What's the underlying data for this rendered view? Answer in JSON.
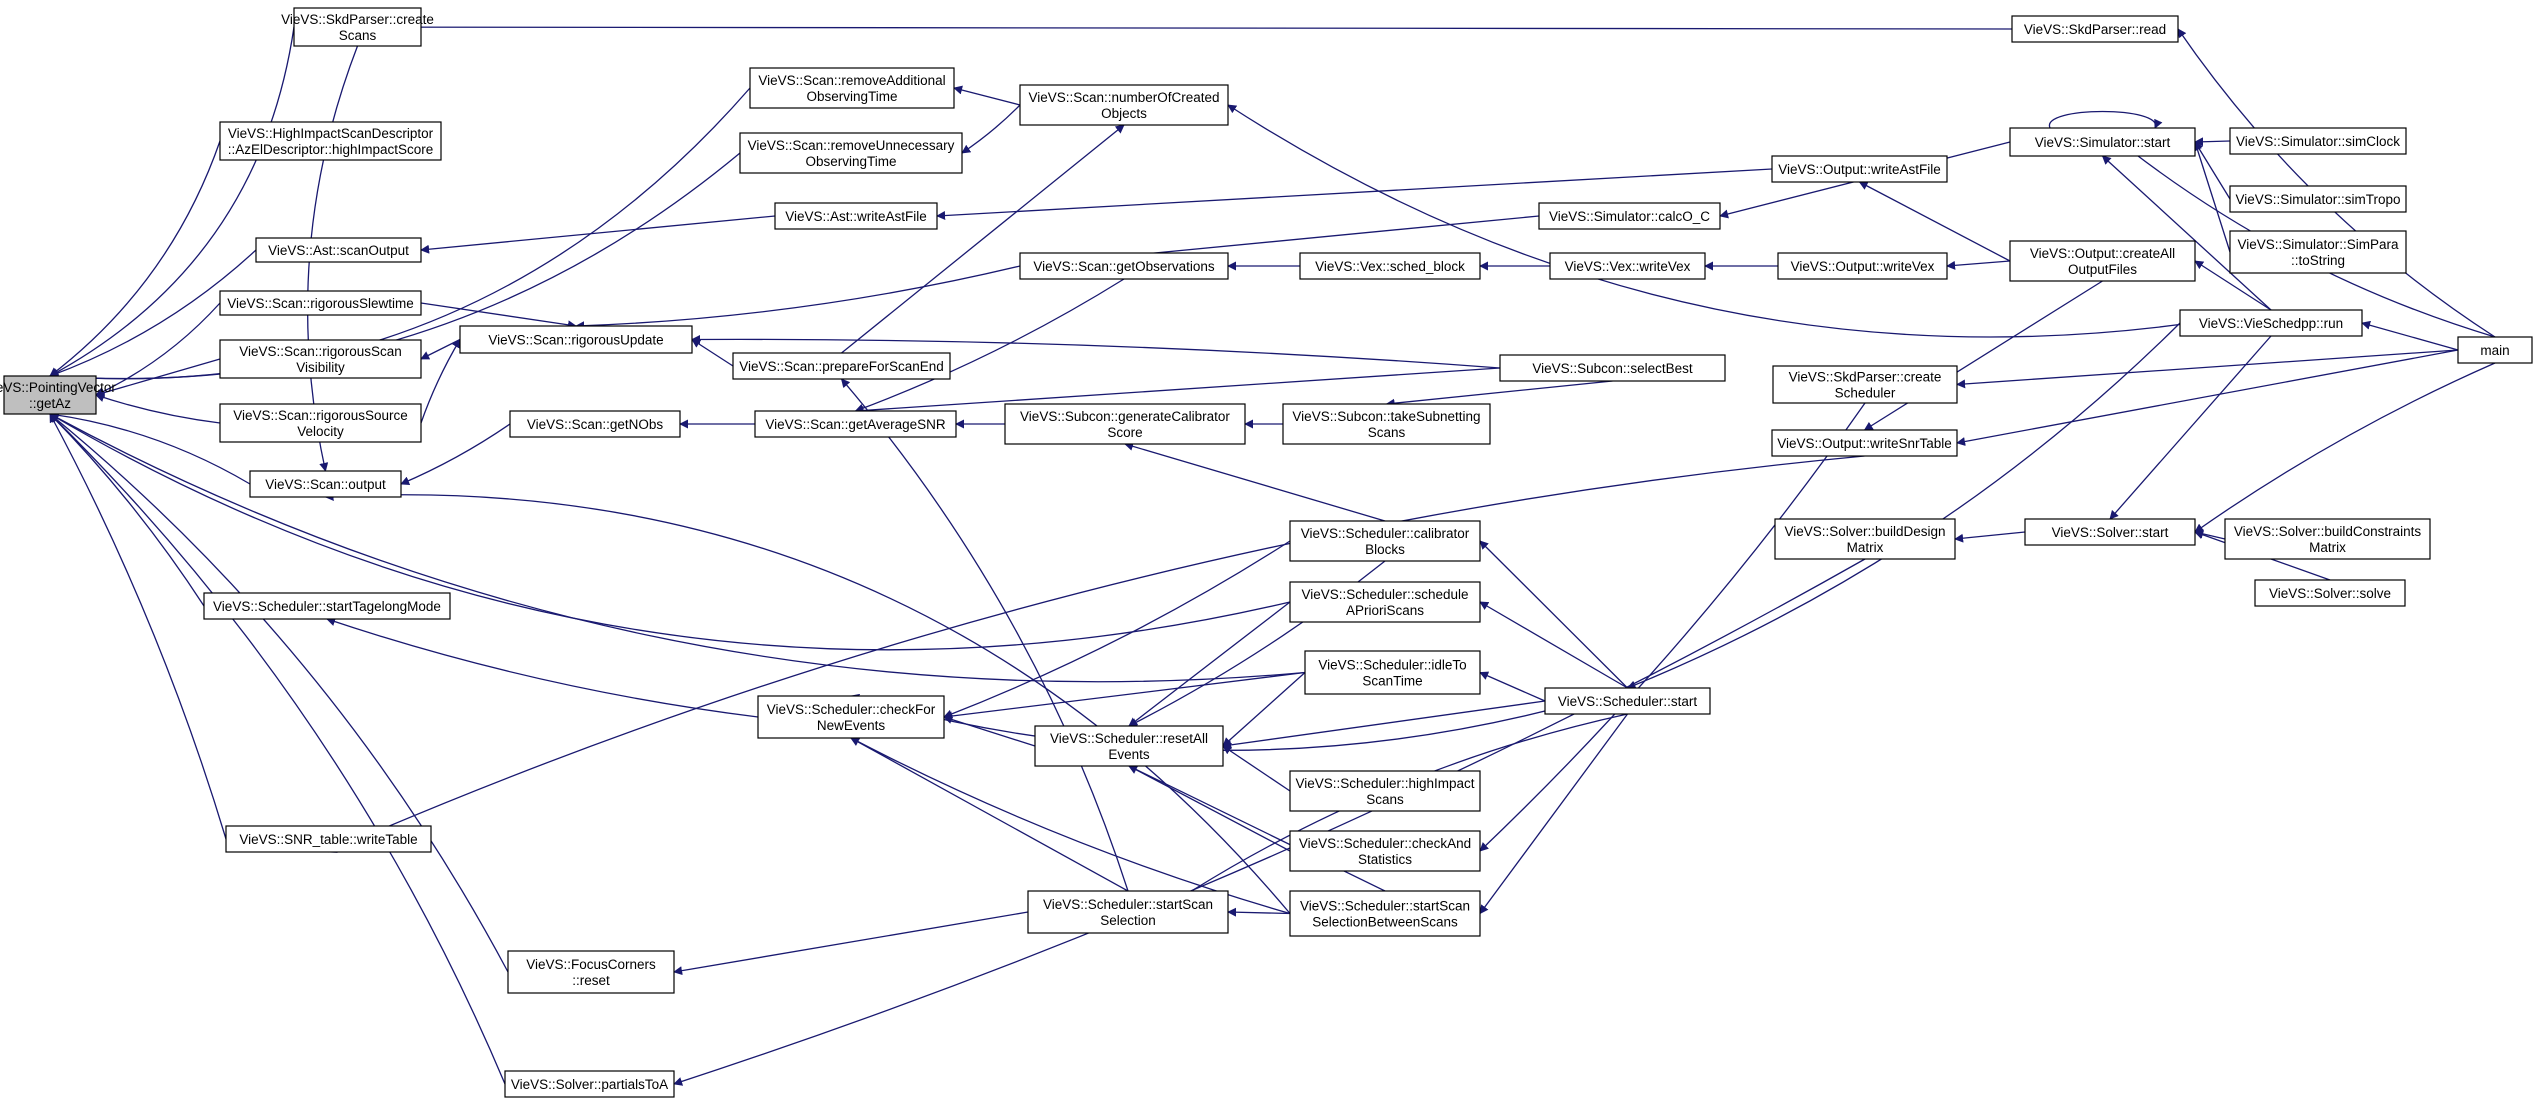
{
  "graph_kind": "Doxygen caller graph",
  "colors": {
    "edge": "#191970",
    "node_border": "#000000",
    "root_fill": "#bfbfbf",
    "node_fill": "#ffffff"
  },
  "nodes": {
    "root": [
      "VieVS::PointingVector",
      "::getAz"
    ],
    "skd_create_scans": [
      "VieVS::SkdParser::create",
      "Scans"
    ],
    "high_impact": [
      "VieVS::HighImpactScanDescriptor",
      "::AzElDescriptor::highImpactScore"
    ],
    "scan_output_ast": [
      "VieVS::Ast::scanOutput"
    ],
    "rig_slew": [
      "VieVS::Scan::rigorousSlewtime"
    ],
    "rig_vis": [
      "VieVS::Scan::rigorousScan",
      "Visibility"
    ],
    "rig_src_vel": [
      "VieVS::Scan::rigorousSource",
      "Velocity"
    ],
    "scan_out": [
      "VieVS::Scan::output"
    ],
    "tagalong": [
      "VieVS::Scheduler::startTagelongMode"
    ],
    "snr_write": [
      "VieVS::SNR_table::writeTable"
    ],
    "focus_reset": [
      "VieVS::FocusCorners",
      "::reset"
    ],
    "partials": [
      "VieVS::Solver::partialsToA"
    ],
    "remove_add": [
      "VieVS::Scan::removeAdditional",
      "ObservingTime"
    ],
    "remove_unnec": [
      "VieVS::Scan::removeUnnecessary",
      "ObservingTime"
    ],
    "ast_write": [
      "VieVS::Ast::writeAstFile"
    ],
    "rig_update": [
      "VieVS::Scan::rigorousUpdate"
    ],
    "prepare_end": [
      "VieVS::Scan::prepareForScanEnd"
    ],
    "get_nobs": [
      "VieVS::Scan::getNObs"
    ],
    "check_events": [
      "VieVS::Scheduler::checkFor",
      "NewEvents"
    ],
    "num_created": [
      "VieVS::Scan::numberOfCreated",
      "Objects"
    ],
    "get_obs": [
      "VieVS::Scan::getObservations"
    ],
    "avg_snr": [
      "VieVS::Scan::getAverageSNR"
    ],
    "gen_calib": [
      "VieVS::Subcon::generateCalibrator",
      "Score"
    ],
    "reset_all": [
      "VieVS::Scheduler::resetAll",
      "Events"
    ],
    "start_sel": [
      "VieVS::Scheduler::startScan",
      "Selection"
    ],
    "sched_block": [
      "VieVS::Vex::sched_block"
    ],
    "take_subnet": [
      "VieVS::Subcon::takeSubnetting",
      "Scans"
    ],
    "calib_blocks": [
      "VieVS::Scheduler::calibrator",
      "Blocks"
    ],
    "apriori": [
      "VieVS::Scheduler::schedule",
      "APrioriScans"
    ],
    "idle_to": [
      "VieVS::Scheduler::idleTo",
      "ScanTime"
    ],
    "high_impact_scans": [
      "VieVS::Scheduler::highImpact",
      "Scans"
    ],
    "check_stats": [
      "VieVS::Scheduler::checkAnd",
      "Statistics"
    ],
    "start_between": [
      "VieVS::Scheduler::startScan",
      "SelectionBetweenScans"
    ],
    "calc_oc": [
      "VieVS::Simulator::calcO_C"
    ],
    "vex_write": [
      "VieVS::Vex::writeVex"
    ],
    "select_best": [
      "VieVS::Subcon::selectBest"
    ],
    "sched_start": [
      "VieVS::Scheduler::start"
    ],
    "out_ast": [
      "VieVS::Output::writeAstFile"
    ],
    "out_vex": [
      "VieVS::Output::writeVex"
    ],
    "skd_create_sched": [
      "VieVS::SkdParser::create",
      "Scheduler"
    ],
    "out_snr": [
      "VieVS::Output::writeSnrTable"
    ],
    "build_design": [
      "VieVS::Solver::buildDesign",
      "Matrix"
    ],
    "skd_read": [
      "VieVS::SkdParser::read"
    ],
    "sim_start": [
      "VieVS::Simulator::start"
    ],
    "out_create_all": [
      "VieVS::Output::createAll",
      "OutputFiles"
    ],
    "vieschedpp_run": [
      "VieVS::VieSchedpp::run"
    ],
    "solver_start": [
      "VieVS::Solver::start"
    ],
    "sim_clock": [
      "VieVS::Simulator::simClock"
    ],
    "sim_tropo": [
      "VieVS::Simulator::simTropo"
    ],
    "sim_para": [
      "VieVS::Simulator::SimPara",
      "::toString"
    ],
    "build_constraints": [
      "VieVS::Solver::buildConstraints",
      "Matrix"
    ],
    "solver_solve": [
      "VieVS::Solver::solve"
    ],
    "main": [
      "main"
    ]
  }
}
